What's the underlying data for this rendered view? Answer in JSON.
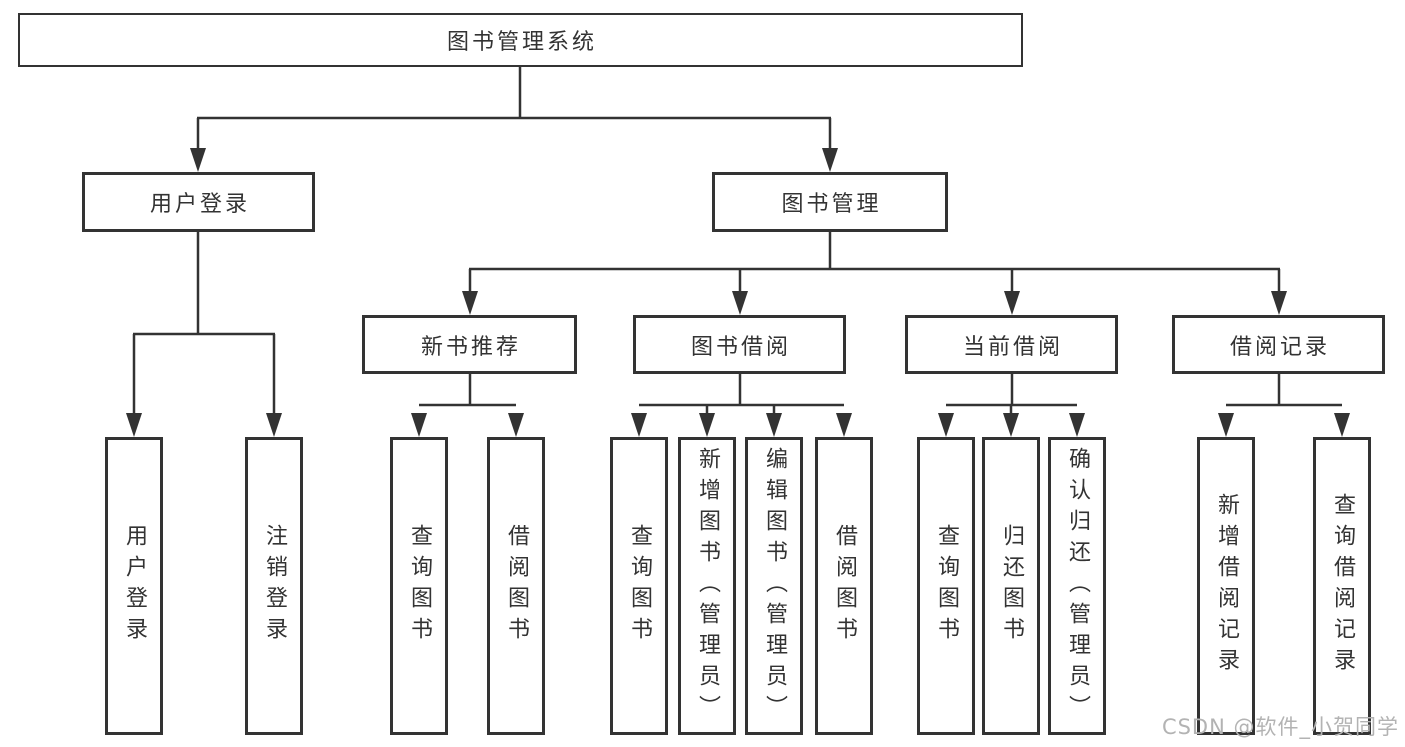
{
  "tree": {
    "label": "图书管理系统",
    "children": [
      {
        "label": "用户登录",
        "children": [
          {
            "label": "用户登录"
          },
          {
            "label": "注销登录"
          }
        ]
      },
      {
        "label": "图书管理",
        "children": [
          {
            "label": "新书推荐",
            "children": [
              {
                "label": "查询图书"
              },
              {
                "label": "借阅图书"
              }
            ]
          },
          {
            "label": "图书借阅",
            "children": [
              {
                "label": "查询图书"
              },
              {
                "label": "新增图书（管理员）"
              },
              {
                "label": "编辑图书（管理员）"
              },
              {
                "label": "借阅图书"
              }
            ]
          },
          {
            "label": "当前借阅",
            "children": [
              {
                "label": "查询图书"
              },
              {
                "label": "归还图书"
              },
              {
                "label": "确认归还（管理员）"
              }
            ]
          },
          {
            "label": "借阅记录",
            "children": [
              {
                "label": "新增借阅记录"
              },
              {
                "label": "查询借阅记录"
              }
            ]
          }
        ]
      }
    ]
  },
  "watermark": "CSDN @软件_小贺同学",
  "colors": {
    "line": "#333333",
    "text": "#333333",
    "watermark": "#b3b3b3",
    "background": "#ffffff"
  }
}
